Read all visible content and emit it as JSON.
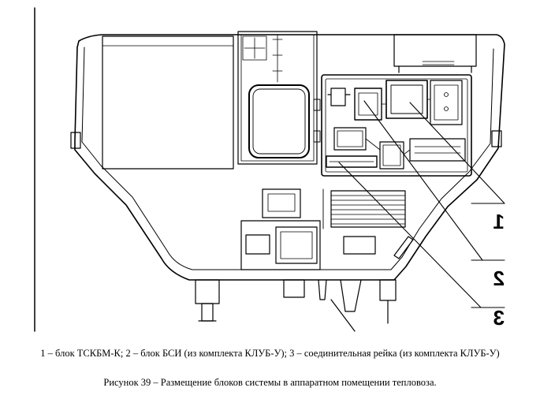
{
  "figure": {
    "callouts": [
      "1",
      "2",
      "3"
    ]
  },
  "captions": {
    "legend": "1 – блок ТСКБМ-К; 2 – блок БСИ (из комплекта КЛУБ-У); 3 – соединительная рейка (из комплекта КЛУБ-У)",
    "title": "Рисунок 39 – Размещение блоков системы в аппаратном помещении тепловоза."
  }
}
